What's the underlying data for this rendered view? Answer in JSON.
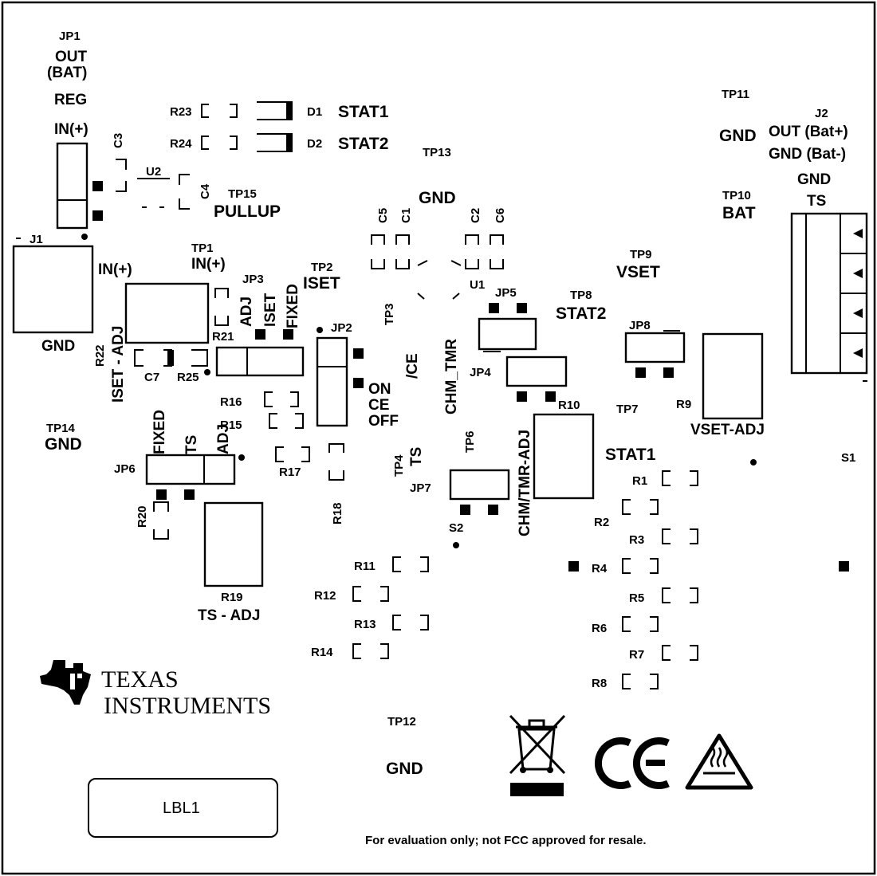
{
  "board": {
    "labels": {
      "jp1": "JP1",
      "out_bat": "OUT",
      "bat_paren": "(BAT)",
      "reg": "REG",
      "in_plus_top": "IN(+)",
      "c3": "C3",
      "u2": "U2",
      "c4": "C4",
      "tp15": "TP15",
      "pullup": "PULLUP",
      "r23": "R23",
      "d1": "D1",
      "stat1_top": "STAT1",
      "r24": "R24",
      "d2": "D2",
      "stat2_top": "STAT2",
      "tp13": "TP13",
      "gnd_mid": "GND",
      "c5": "C5",
      "c1": "C1",
      "c2": "C2",
      "c6": "C6",
      "u1": "U1",
      "tp11": "TP11",
      "gnd_tp11": "GND",
      "j2": "J2",
      "out_batp": "OUT (Bat+)",
      "gnd_batm": "GND (Bat-)",
      "gnd_j2": "GND",
      "ts_j2": "TS",
      "tp10": "TP10",
      "bat": "BAT",
      "j1": "J1",
      "in_plus_j1": "IN(+)",
      "gnd_j1": "GND",
      "tp1": "TP1",
      "in_plus_tp1": "IN(+)",
      "jp3": "JP3",
      "adj_jp3": "ADJ",
      "iset_jp3": "ISET",
      "fixed_jp3": "FIXED",
      "tp2": "TP2",
      "iset_tp2": "ISET",
      "tp3": "TP3",
      "jp5": "JP5",
      "tp8": "TP8",
      "stat2_tp8": "STAT2",
      "tp9": "TP9",
      "vset": "VSET",
      "jp8": "JP8",
      "r22": "R22",
      "iset_adj": "ISET - ADJ",
      "r21": "R21",
      "c7": "C7",
      "r25": "R25",
      "jp2": "JP2",
      "on": "ON",
      "ce": "CE",
      "off": "OFF",
      "slash_ce": "/CE",
      "chm_tmr": "CHM_TMR",
      "jp4": "JP4",
      "r10": "R10",
      "tp7": "TP7",
      "r9": "R9",
      "vset_adj": "VSET-ADJ",
      "r16": "R16",
      "r15": "R15",
      "r17": "R17",
      "r18": "R18",
      "tp14": "TP14",
      "gnd_tp14": "GND",
      "fixed_jp6": "FIXED",
      "ts_jp6": "TS",
      "adj_jp6": "ADJ",
      "jp6": "JP6",
      "r20": "R20",
      "r19": "R19",
      "ts_adj": "TS - ADJ",
      "tp4": "TP4",
      "ts_tp4": "TS",
      "tp6": "TP6",
      "jp7": "JP7",
      "s2": "S2",
      "chm_tmr_adj": "CHM/TMR-ADJ",
      "stat1_right": "STAT1",
      "s1": "S1",
      "r1": "R1",
      "r2": "R2",
      "r3": "R3",
      "r4": "R4",
      "r5": "R5",
      "r6": "R6",
      "r7": "R7",
      "r8": "R8",
      "r11": "R11",
      "r12": "R12",
      "r13": "R13",
      "r14": "R14",
      "brand_line1": "TEXAS",
      "brand_line2": "INSTRUMENTS",
      "tp12": "TP12",
      "gnd_tp12": "GND",
      "lbl1": "LBL1",
      "footer_note": "For evaluation only; not FCC approved for resale."
    },
    "icons": [
      "ti-logo-icon",
      "weee-bin-icon",
      "ce-mark-icon",
      "hot-surface-icon"
    ]
  }
}
